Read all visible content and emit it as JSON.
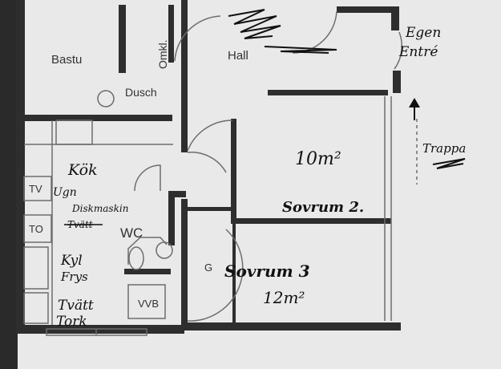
{
  "rooms": {
    "bastu": "Bastu",
    "omkl": "Omkl.",
    "dusch": "Dusch",
    "hall": "Hall",
    "wc": "WC",
    "g": "G",
    "vvb": "VVB",
    "tv": "TV",
    "to": "TO"
  },
  "annotations": {
    "egen": "Egen",
    "entre": "Entré",
    "trappa": "Trappa",
    "kok": "Kök",
    "ugn": "Ugn",
    "diskmaskin": "Diskmaskin",
    "tvatt_struck": "Tvätt",
    "kyl": "Kyl",
    "frys": "Frys",
    "tvatt": "Tvätt",
    "tork": "Tork",
    "sovrum2_area": "10m²",
    "sovrum2_name": "Sovrum 2.",
    "sovrum3_name": "Sovrum 3",
    "sovrum3_area": "12m²"
  },
  "colors": {
    "paper": "#e9e9e9",
    "wall": "#2e2e2e",
    "ink": "#111111"
  }
}
